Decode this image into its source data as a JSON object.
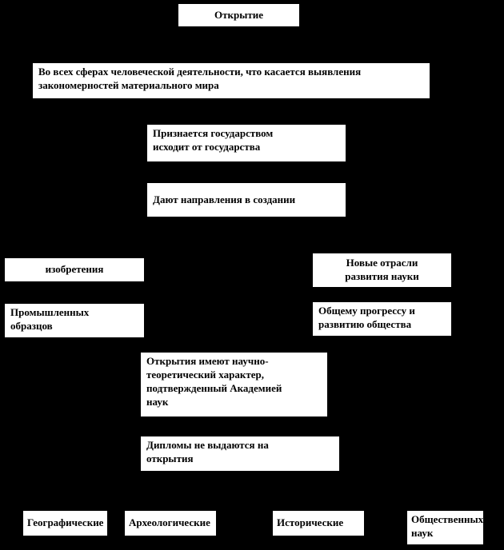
{
  "colors": {
    "background": "#000000",
    "box_background": "#ffffff",
    "box_text": "#000000"
  },
  "diagram": {
    "title": "Открытие"
  },
  "boxes": {
    "discovery_title": "Открытие",
    "all_spheres": "Во всех сферах человеческой деятельности, что касается выявления\nзакономерностей материального мира",
    "recognized_by_state": "Признается государством\nисходит от государства",
    "give_directions": "Дают направления в создании",
    "inventions": "изобретения",
    "new_branches": "Новые отрасли\nразвития науки",
    "industrial_designs": "Промышленных\nобразцов",
    "general_progress": "Общему прогрессу и\nразвитию общества",
    "scientific_theoretical": "Открытия имеют научно-\nтеоретический характер,\nподтвержденный Академией\nнаук",
    "no_diplomas": "Дипломы не выдаются на\nоткрытия",
    "geographical": "Географические",
    "archaeological": "Археологические",
    "historical": "Исторические",
    "social_sciences": "Общественных\nнаук"
  }
}
